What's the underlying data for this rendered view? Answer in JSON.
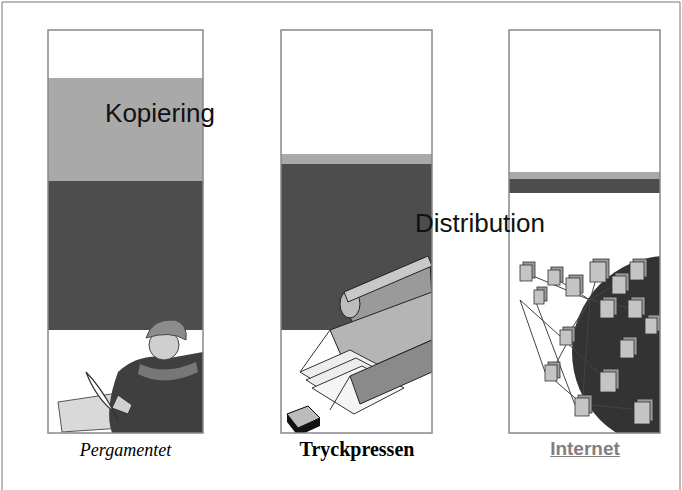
{
  "diagram": {
    "nodes": [
      {
        "text": [
          "Pergamentet"
        ]
      },
      {
        "text": [
          "Tryckpressen"
        ]
      },
      {
        "text": [
          "Internet"
        ]
      }
    ],
    "labels": [
      "Kopiering",
      "Distribution"
    ]
  }
}
